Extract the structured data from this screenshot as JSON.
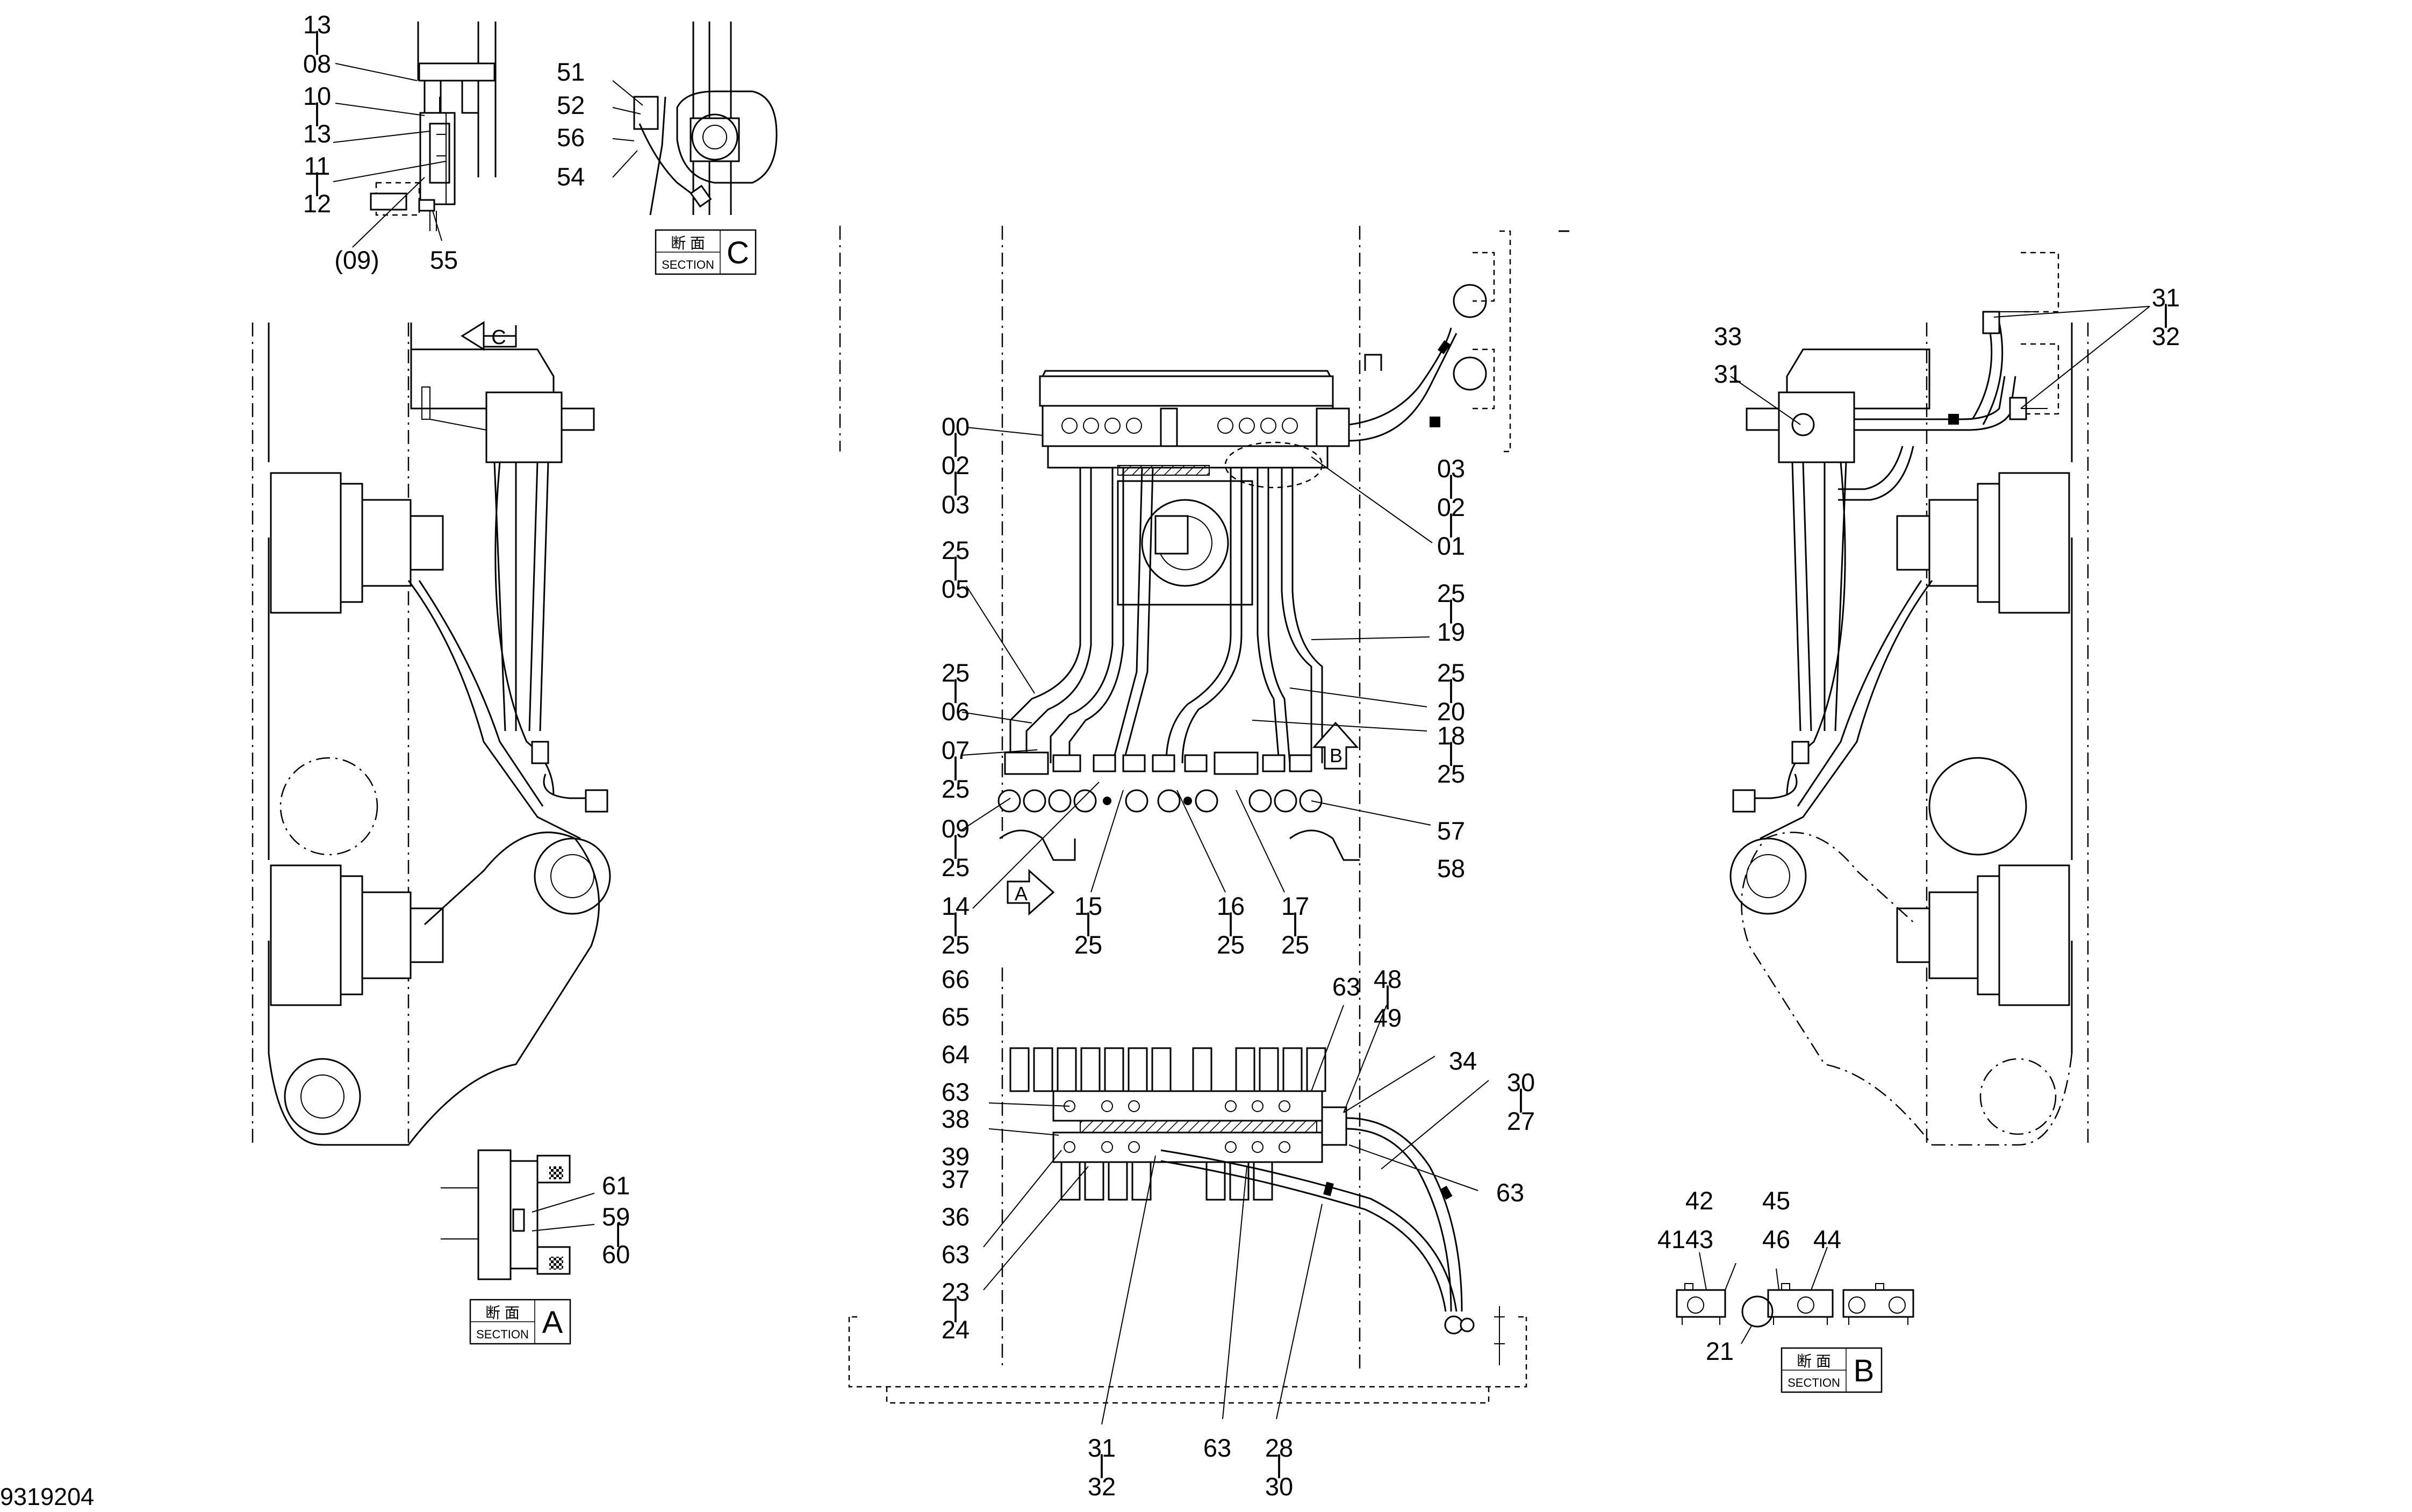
{
  "drawing_number": "9319204",
  "section_labels": {
    "kanji": "断 面",
    "word": "SECTION",
    "a": "A",
    "b": "B",
    "c": "C"
  },
  "view_arrows": {
    "a": "A",
    "b": "B",
    "c": "C"
  },
  "callouts": {
    "detail_top_left": [
      "13",
      "08",
      "10",
      "13",
      "11",
      "12",
      "(09)",
      "55"
    ],
    "detail_section_c": [
      "51",
      "52",
      "56",
      "54"
    ],
    "main_left_column": [
      "00",
      "02",
      "03",
      "25",
      "05",
      "25",
      "06",
      "07",
      "25",
      "09",
      "25",
      "14",
      "25",
      "66",
      "65",
      "64",
      "63",
      "38",
      "39",
      "37",
      "36",
      "63",
      "23",
      "24"
    ],
    "main_right_column": [
      "03",
      "02",
      "01",
      "25",
      "19",
      "25",
      "20",
      "18",
      "25",
      "57",
      "58"
    ],
    "main_bottom_row": [
      "15",
      "25",
      "16",
      "25",
      "17",
      "25"
    ],
    "valve_block": [
      "63",
      "48",
      "49",
      "34",
      "30",
      "27",
      "63"
    ],
    "bottom_center": [
      "31",
      "32",
      "63",
      "28",
      "30"
    ],
    "right_view": [
      "33",
      "31",
      "31",
      "32"
    ],
    "section_a": [
      "61",
      "59",
      "60"
    ],
    "section_b": [
      "42",
      "41",
      "43",
      "45",
      "46",
      "44",
      "21"
    ]
  }
}
